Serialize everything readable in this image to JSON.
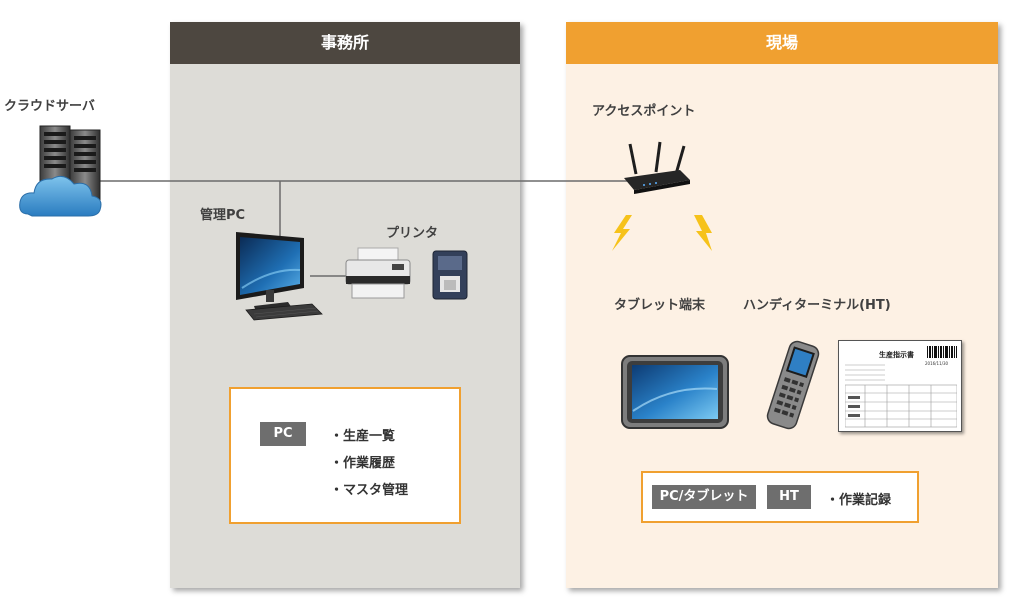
{
  "office": {
    "title": "事務所",
    "pc_label": "管理PC",
    "printer_label": "プリンタ",
    "box": {
      "tag": "PC",
      "features": [
        "・生産一覧",
        "・作業履歴",
        "・マスタ管理"
      ]
    }
  },
  "site": {
    "title": "現場",
    "ap_label": "アクセスポイント",
    "tablet_label": "タブレット端末",
    "ht_label": "ハンディターミナル(HT)",
    "box": {
      "tag1": "PC/タブレット",
      "tag2": "HT",
      "feature": "・作業記録"
    }
  },
  "cloud": {
    "label": "クラウドサーバ"
  },
  "sheet": {
    "title": "生産指示書",
    "date": "2016/11/30"
  },
  "colors": {
    "office_header": "#4d4740",
    "office_bg": "#dddcd7",
    "site_header": "#f0a030",
    "site_bg": "#fdf1e4",
    "accent_border": "#f0a030",
    "tag_bg": "#6e6e6e"
  }
}
